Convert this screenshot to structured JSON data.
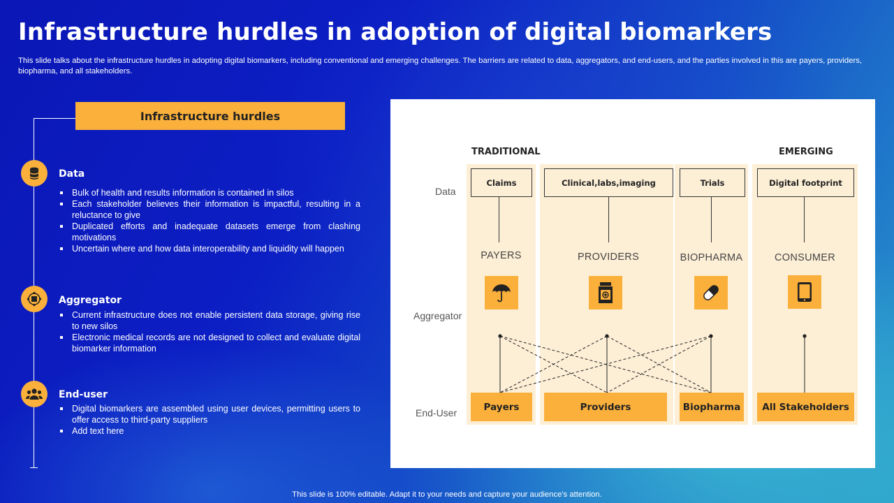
{
  "title": "Infrastructure hurdles in adoption of digital biomarkers",
  "subtitle": "This slide talks about the infrastructure hurdles in adopting digital biomarkers, including conventional and emerging challenges. The barriers are related to data, aggregators, and end-users, and the parties involved in this are payers, providers, biopharma, and all stakeholders.",
  "hurdles_heading": "Infrastructure hurdles",
  "sections": [
    {
      "title": "Data",
      "icon": "database-icon",
      "bullets": [
        "Bulk of health and results information  is contained in silos",
        "Each stakeholder believes their information is impactful, resulting in a reluctance to give",
        "Duplicated efforts and inadequate datasets emerge from clashing motivations",
        "Uncertain where and how data interoperability and liquidity will happen"
      ]
    },
    {
      "title": "Aggregator",
      "icon": "network-icon",
      "bullets": [
        "Current infrastructure does not enable persistent data storage, giving rise to new silos",
        "Electronic medical records are not designed to collect and evaluate digital biomarker information"
      ]
    },
    {
      "title": "End-user",
      "icon": "users-icon",
      "bullets": [
        "Digital biomarkers are assembled using user devices, permitting users to offer access to third-party suppliers",
        "Add text here"
      ]
    }
  ],
  "diagram": {
    "traditional_label": "TRADITIONAL",
    "emerging_label": "EMERGING",
    "row_labels": {
      "data": "Data",
      "aggregator": "Aggregator",
      "end_user": "End-User"
    },
    "columns": [
      {
        "data": "Claims",
        "aggregator": "PAYERS",
        "icon": "umbrella-icon",
        "end_user": "Payers"
      },
      {
        "data": "Clinical,labs,imaging",
        "aggregator": "PROVIDERS",
        "icon": "medicine-bottle-icon",
        "end_user": "Providers"
      },
      {
        "data": "Trials",
        "aggregator": "BIOPHARMA",
        "icon": "pill-icon",
        "end_user": "Biopharma"
      },
      {
        "data": "Digital footprint",
        "aggregator": "CONSUMER",
        "icon": "tablet-icon",
        "end_user": "All Stakeholders"
      }
    ]
  },
  "footer": "This slide is 100% editable. Adapt it to your needs and capture your audience's attention.",
  "colors": {
    "accent": "#fbb03b",
    "column_bg": "#fdefd6",
    "background": "#0c1fc4"
  }
}
